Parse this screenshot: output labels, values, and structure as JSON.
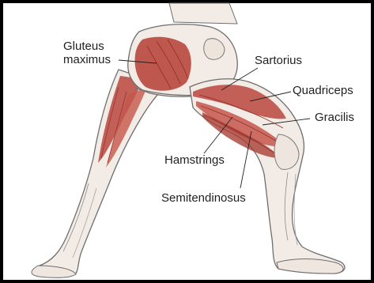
{
  "labels": {
    "gluteus_line1": "Gluteus",
    "gluteus_line2": "maximus",
    "sartorius": "Sartorius",
    "quadriceps": "Quadriceps",
    "gracilis": "Gracilis",
    "hamstrings": "Hamstrings",
    "semitendinosus": "Semitendinosus"
  },
  "colors": {
    "frame": "#000000",
    "background": "#ffffff",
    "skin": "#f3ece6",
    "outline": "#6e6e6e",
    "muscle": "#b8483e",
    "muscle_dark": "#8f2f28",
    "leader_line": "#222222"
  }
}
